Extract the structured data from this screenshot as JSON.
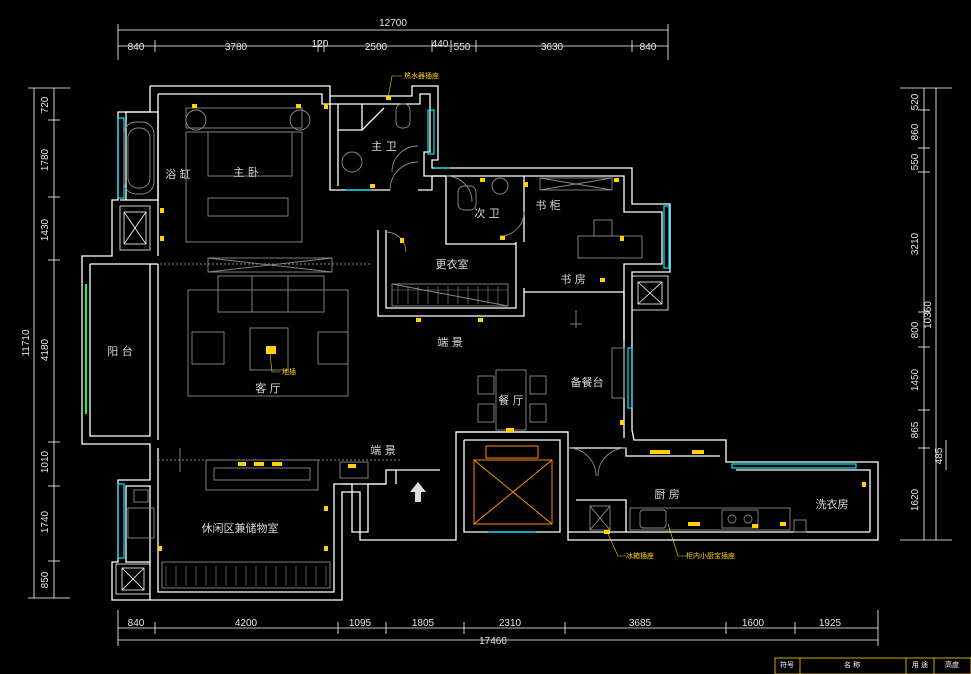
{
  "colors": {
    "background": "#000000",
    "wall": "#ffffff",
    "dimension_line": "#ffffff",
    "window": "#00e5ff",
    "glass": "#00ff66",
    "furniture": "#8a8a8a",
    "annotation": "#ffd200",
    "elevator_cross": "#ff8c00"
  },
  "dimensions": {
    "top_total": "12700",
    "top": [
      "840",
      "3780",
      "120",
      "2500",
      "440",
      "550",
      "3630",
      "840"
    ],
    "bottom_total": "17460",
    "bottom": [
      "840",
      "4200",
      "1095",
      "1805",
      "2310",
      "3685",
      "1600",
      "1925"
    ],
    "left_total": "11710",
    "left": [
      "720",
      "1780",
      "1430",
      "4180",
      "1010",
      "1740",
      "850"
    ],
    "right_total": "10360",
    "right": [
      "520",
      "860",
      "550",
      "3210",
      "800",
      "1450",
      "865",
      "1620"
    ],
    "right_extra": "485"
  },
  "rooms": {
    "master_bedroom": "主 卧",
    "bathtub": "浴 缸",
    "master_bath": "主 卫",
    "second_bath": "次 卫",
    "bookcase": "书 柜",
    "dressing_room": "更衣室",
    "study": "书 房",
    "feature_wall_1": "端 景",
    "balcony": "阳 台",
    "living_room": "客 厅",
    "sideboard": "备餐台",
    "dining_room": "餐 厅",
    "feature_wall_2": "端 景",
    "kitchen": "厨 房",
    "laundry": "洗衣房",
    "leisure_storage": "休闲区兼储物室"
  },
  "annotations": {
    "water_heater_socket": "热水器插座",
    "fridge_socket": "冰箱插座",
    "cabinet_socket": "柜内小厨宝插座",
    "floor_socket": "地插"
  },
  "title_block": {
    "headers": [
      "符号",
      "名  称",
      "用 途",
      "高度"
    ]
  },
  "legend_icons": [
    "entrance-arrow-icon",
    "elevator-shaft-icon",
    "duct-shaft-icon"
  ]
}
